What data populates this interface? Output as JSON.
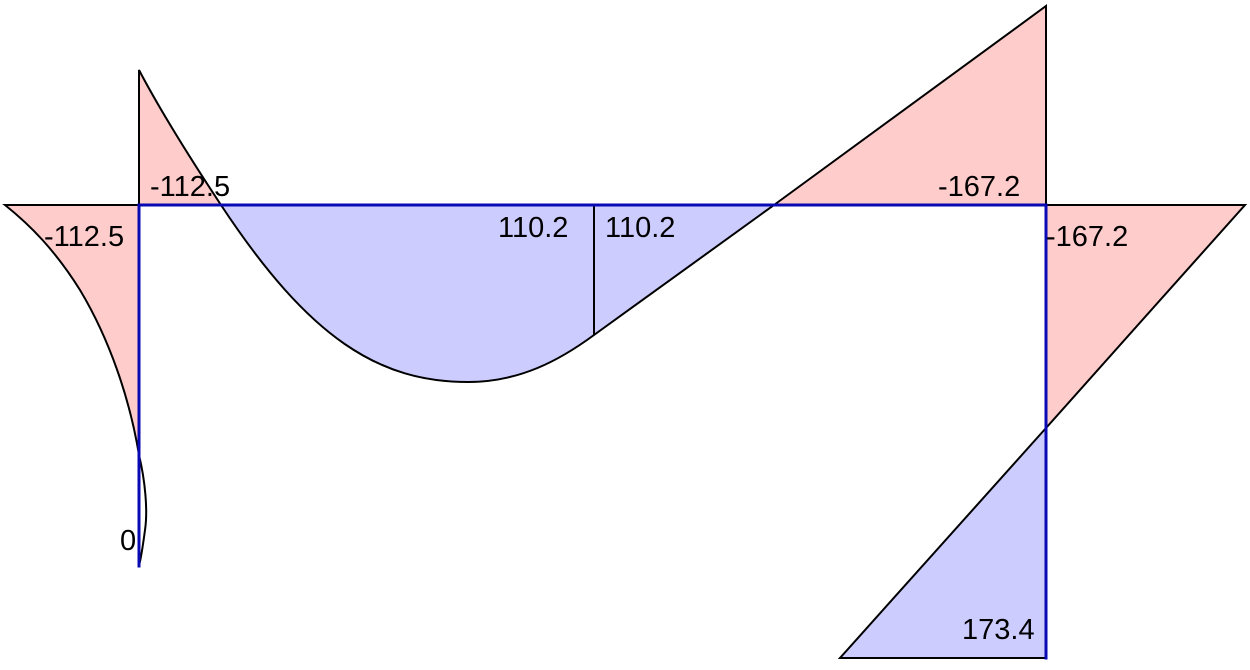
{
  "colors": {
    "negative_fill": "#ffcccc",
    "positive_fill": "#ccccff",
    "outline": "#000000",
    "frame": "#0a0ab4"
  },
  "labels": {
    "left_column_top": "-112.5",
    "beam_left_end": "-112.5",
    "beam_mid_left": "110.2",
    "beam_mid_right": "110.2",
    "beam_right_end": "-167.2",
    "right_column_top": "-167.2",
    "right_column_bottom": "173.4",
    "left_column_bottom": "0"
  }
}
